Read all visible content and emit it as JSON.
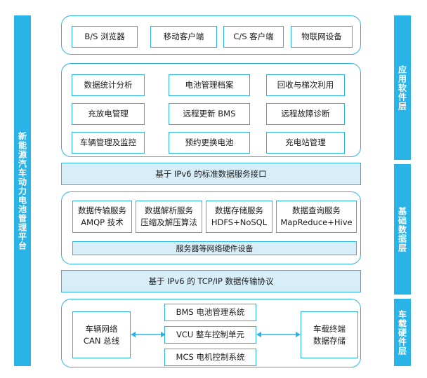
{
  "platform_label": "新能源汽车动力电池管理平台",
  "layers": {
    "application": "应用软件层",
    "data": "基础数据层",
    "hardware": "车载硬件层"
  },
  "clients": [
    "B/S 浏览器",
    "移动客户端",
    "C/S 客户端",
    "物联网设备"
  ],
  "app_functions": [
    "数据统计分析",
    "电池管理档案",
    "回收与梯次利用",
    "充放电管理",
    "远程更新 BMS",
    "远程故障诊断",
    "车辆管理及监控",
    "预约更换电池",
    "充电站管理"
  ],
  "ipv6_interface": "基于 IPv6 的标准数据服务接口",
  "data_services": [
    {
      "title": "数据传输服务",
      "sub": "AMQP 技术"
    },
    {
      "title": "数据解析服务",
      "sub": "压缩及解压算法"
    },
    {
      "title": "数据存储服务",
      "sub": "HDFS+NoSQL"
    },
    {
      "title": "数据查询服务",
      "sub": "MapReduce+Hive"
    }
  ],
  "server_hw": "服务器等网络硬件设备",
  "tcpip_protocol": "基于 IPv6 的 TCP/IP 数据传输协议",
  "hardware": {
    "can": [
      "车辆网络",
      "CAN 总线"
    ],
    "bms": "BMS 电池管理系统",
    "vcu": "VCU 整车控制单元",
    "mcs": "MCS 电机控制系统",
    "terminal": [
      "车载终端",
      "数据存储"
    ]
  },
  "colors": {
    "accent": "#2ab3e6",
    "band_fill": "#d7eef9"
  }
}
